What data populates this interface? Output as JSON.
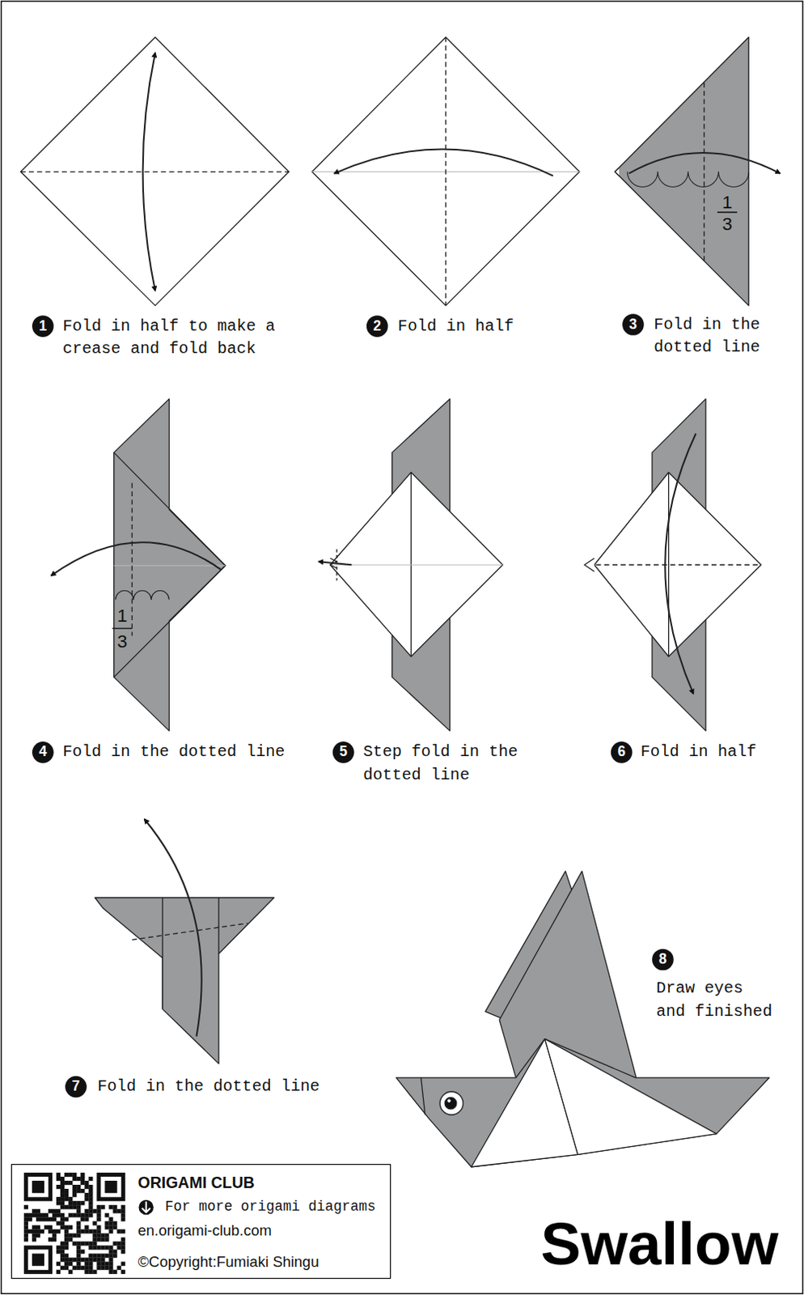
{
  "diagram": {
    "title": "Swallow",
    "labels": [
      "1",
      "Fold in half to make a crease and fold back",
      "2",
      "Fold in half",
      "3",
      "Fold in the dotted line",
      "1",
      "3",
      "4",
      "Fold in the dotted line",
      "1",
      "3",
      "5",
      "Step fold in the dotted line",
      "6",
      "Fold in half",
      "7",
      "Fold in the dotted line",
      "8",
      "Draw eyes and finished",
      "ORIGAMI CLUB",
      "For more origami diagrams",
      "en.origami-club.com",
      "©Copyright:Fumiaki Shingu"
    ]
  }
}
